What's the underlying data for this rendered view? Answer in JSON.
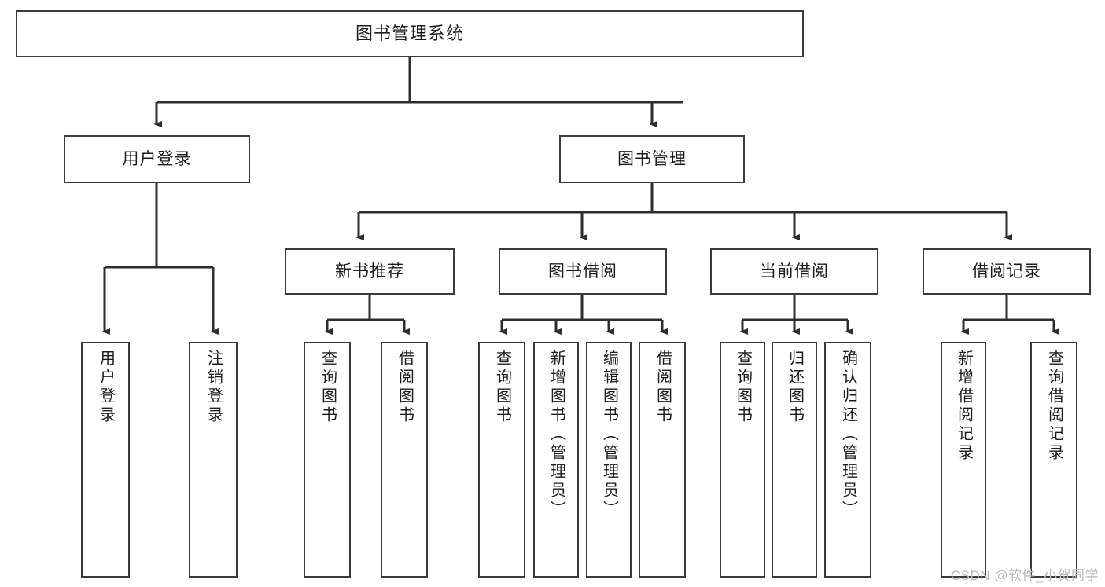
{
  "diagram": {
    "title": "图书管理系统",
    "watermark": "CSDN @软件_小贺同学",
    "root": {
      "label": "图书管理系统"
    },
    "level1": [
      {
        "label": "用户登录"
      },
      {
        "label": "图书管理"
      }
    ],
    "level2": [
      {
        "label": "新书推荐"
      },
      {
        "label": "图书借阅"
      },
      {
        "label": "当前借阅"
      },
      {
        "label": "借阅记录"
      }
    ],
    "leaves": {
      "user_login": [
        {
          "label": "用户登录"
        },
        {
          "label": "注销登录"
        }
      ],
      "new_book_recommend": [
        {
          "label": "查询图书"
        },
        {
          "label": "借阅图书"
        }
      ],
      "book_borrow": [
        {
          "label": "查询图书"
        },
        {
          "label": "新增图书（管理员）"
        },
        {
          "label": "编辑图书（管理员）"
        },
        {
          "label": "借阅图书"
        }
      ],
      "current_borrow": [
        {
          "label": "查询图书"
        },
        {
          "label": "归还图书"
        },
        {
          "label": "确认归还（管理员）"
        }
      ],
      "borrow_record": [
        {
          "label": "新增借阅记录"
        },
        {
          "label": "查询借阅记录"
        }
      ]
    },
    "colors": {
      "border": "#3a3a3a",
      "background": "#ffffff",
      "text": "#1c1c1c",
      "watermark": "#b9b9b9"
    }
  }
}
